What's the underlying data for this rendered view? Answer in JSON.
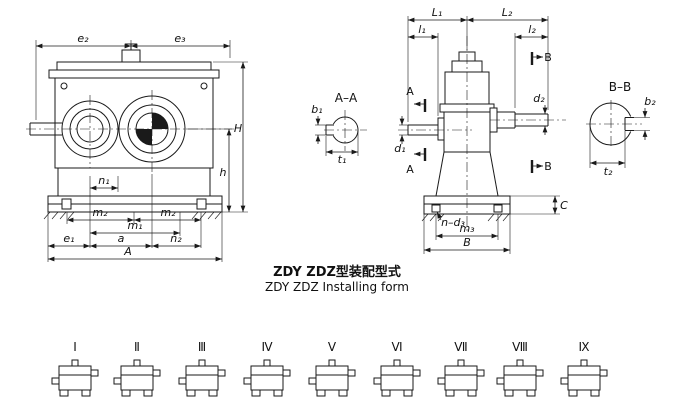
{
  "caption": {
    "cn": "ZDY ZDZ型装配型式",
    "en": "ZDY ZDZ Installing form"
  },
  "front_view": {
    "dims": {
      "e2": "e₂",
      "e3": "e₃",
      "H": "H",
      "h": "h",
      "n1": "n₁",
      "m2": "m₂",
      "m1": "m₁",
      "e1": "e₁",
      "a": "a",
      "n2": "n₂",
      "A": "A"
    }
  },
  "section_aa": {
    "title": "A–A",
    "dims": {
      "b1": "b₁",
      "t1": "t₁"
    }
  },
  "side_view": {
    "dims": {
      "L1": "L₁",
      "L2": "L₂",
      "l1": "l₁",
      "l2": "l₂",
      "A_mark": "A",
      "B_mark": "B",
      "d1": "d₁",
      "d2": "d₂",
      "C": "C",
      "n_d3": "n–d₃",
      "m3": "m₃",
      "B_width": "B"
    }
  },
  "section_bb": {
    "title": "B–B",
    "dims": {
      "b2": "b₂",
      "t2": "t₂"
    }
  },
  "variants": {
    "items": [
      {
        "numeral": "Ⅰ"
      },
      {
        "numeral": "Ⅱ"
      },
      {
        "numeral": "Ⅲ"
      },
      {
        "numeral": "Ⅳ"
      },
      {
        "numeral": "Ⅴ"
      },
      {
        "numeral": "Ⅵ"
      },
      {
        "numeral": "Ⅶ"
      },
      {
        "numeral": "Ⅷ"
      },
      {
        "numeral": "Ⅸ"
      }
    ]
  },
  "colors": {
    "line": "#1a1a1a",
    "background": "#ffffff"
  }
}
